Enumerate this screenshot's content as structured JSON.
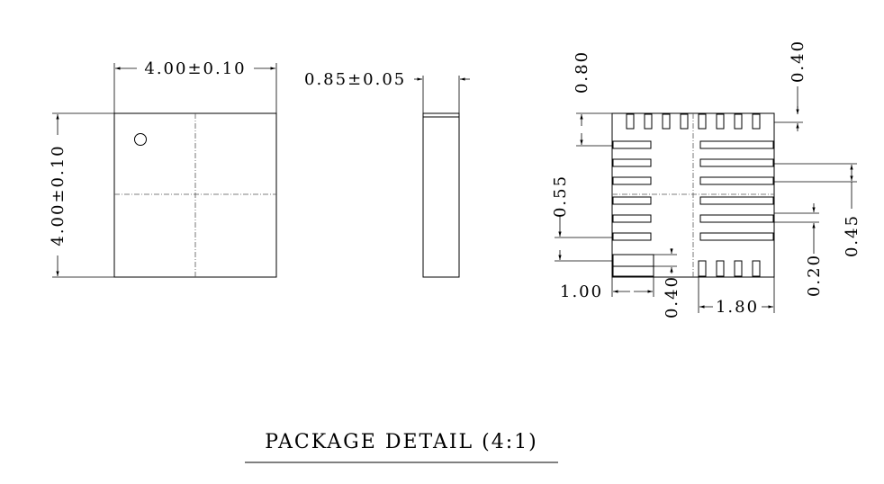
{
  "drawing": {
    "title": "PACKAGE DETAIL (4:1)",
    "top_view": {
      "width_dim": "4.00±0.10",
      "height_dim": "4.00±0.10"
    },
    "side_view": {
      "thickness_dim": "0.85±0.05"
    },
    "bottom_view": {
      "dim_pad_pitch": "0.80",
      "dim_pad_width_top": "0.40",
      "dim_pad_length": "0.55",
      "dim_pitch_right": "0.45",
      "dim_pad_width_right": "0.20",
      "dim_ep_offset": "1.00",
      "dim_pad_width_bottom": "0.40",
      "dim_ep_size": "1.80"
    }
  }
}
